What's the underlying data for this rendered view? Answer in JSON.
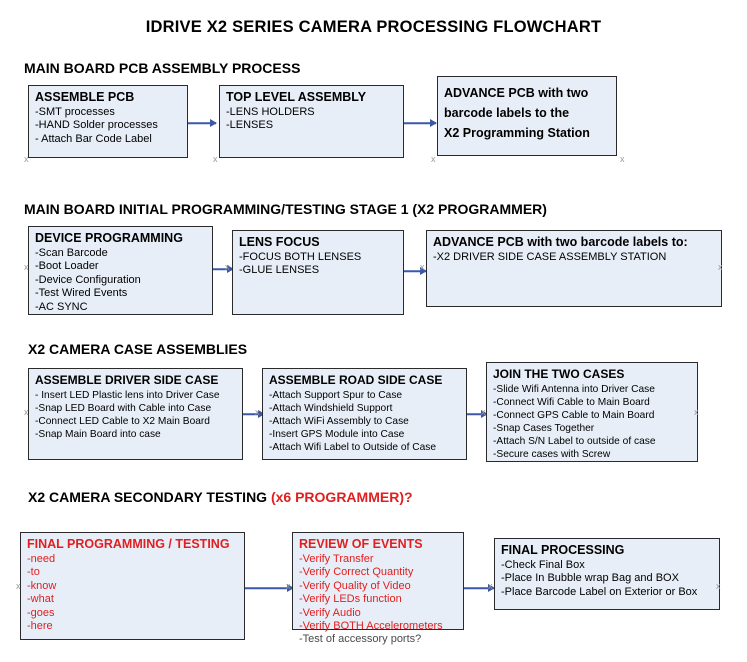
{
  "title": "IDRIVE X2  SERIES CAMERA PROCESSING FLOWCHART",
  "sections": [
    {
      "heading": "MAIN BOARD PCB ASSEMBLY PROCESS"
    },
    {
      "heading": "MAIN BOARD INITIAL PROGRAMMING/TESTING STAGE 1 (X2 PROGRAMMER)"
    },
    {
      "heading": "X2 CAMERA CASE ASSEMBLIES"
    },
    {
      "heading_part1": "X2 CAMERA SECONDARY TESTING ",
      "heading_part2": "(x6 PROGRAMMER)?"
    }
  ],
  "boxes": {
    "assemble_pcb": {
      "title": "ASSEMBLE PCB",
      "items": [
        "-SMT processes",
        "-HAND Solder processes",
        "- Attach Bar Code Label"
      ]
    },
    "top_level_assembly": {
      "title": "TOP LEVEL ASSEMBLY",
      "items": [
        "-LENS HOLDERS",
        "-LENSES"
      ]
    },
    "advance_pcb_1": {
      "line1": "ADVANCE PCB with two",
      "line2": "barcode labels to the",
      "line3": "X2 Programming Station"
    },
    "device_programming": {
      "title": "DEVICE PROGRAMMING",
      "items": [
        "-Scan Barcode",
        "-Boot Loader",
        "-Device Configuration",
        "-Test Wired Events",
        "-AC SYNC"
      ]
    },
    "lens_focus": {
      "title": "LENS FOCUS",
      "items": [
        "-FOCUS BOTH LENSES",
        "-GLUE LENSES"
      ]
    },
    "advance_pcb_2": {
      "title": "ADVANCE PCB with two barcode labels to:",
      "items": [
        "-X2 DRIVER  SIDE  CASE  ASSEMBLY STATION"
      ]
    },
    "driver_side_case": {
      "title": "ASSEMBLE DRIVER SIDE CASE",
      "items": [
        "- Insert LED Plastic lens into Driver Case",
        "-Snap LED Board with Cable into Case",
        "-Connect LED Cable to X2 Main Board",
        "-Snap Main Board into case"
      ]
    },
    "road_side_case": {
      "title": "ASSEMBLE ROAD SIDE CASE",
      "items": [
        "-Attach Support Spur to Case",
        "-Attach Windshield Support",
        "-Attach WiFi Assembly to Case",
        "-Insert GPS Module into Case",
        "-Attach Wifi Label to Outside of Case"
      ]
    },
    "join_cases": {
      "title": "JOIN THE TWO CASES",
      "items": [
        "-Slide Wifi Antenna into Driver Case",
        "-Connect Wifi Cable to Main Board",
        "-Connect GPS Cable to Main Board",
        "-Snap Cases Together",
        "-Attach S/N Label to outside of case",
        "-Secure cases with Screw"
      ]
    },
    "final_programming": {
      "title": "FINAL PROGRAMMING / TESTING",
      "items": [
        "-need",
        "-to",
        "-know",
        "-what",
        "-goes",
        "-here"
      ]
    },
    "review_of_events": {
      "title": "REVIEW OF EVENTS",
      "items": [
        "-Verify Transfer",
        "-Verify Correct Quantity",
        "-Verify Quality of Video",
        "-Verify LEDs function",
        "-Verify Audio",
        "-Verify BOTH Accelerometers",
        "-Test of accessory ports?"
      ]
    },
    "final_processing": {
      "title": "FINAL PROCESSING",
      "items": [
        "-Check Final Box",
        "-Place In Bubble wrap Bag and BOX",
        "-Place Barcode Label on Exterior or Box"
      ]
    }
  },
  "colors": {
    "box_fill": "#e8eef7",
    "box_border": "#2a2a2a",
    "arrow": "#3a57a8",
    "accent_red": "#e02020",
    "connector_mark": "#9a9a9a"
  },
  "connector_marks": "x"
}
